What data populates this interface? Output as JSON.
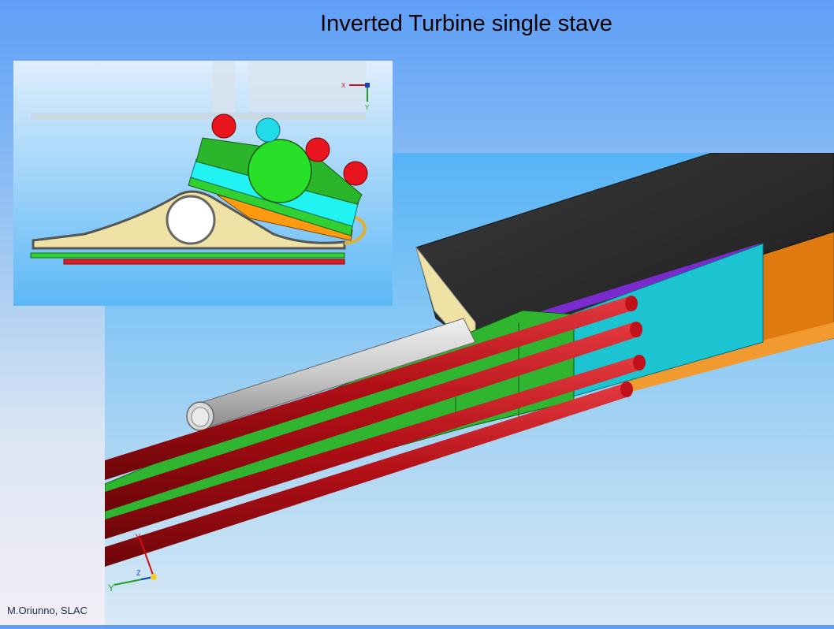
{
  "slide": {
    "title": "Inverted Turbine single stave",
    "author_footer": "M.Oriunno, SLAC"
  },
  "main_view": {
    "description_name": "3d-stave-isometric-view",
    "triad_labels": {
      "x": "X",
      "y": "Y",
      "z": "Z"
    },
    "colors": {
      "tube": "#c8c8c8",
      "red_rods": "#c0101a",
      "green_plate": "#2fb52f",
      "cyan_plate": "#1cc3d0",
      "black_shell": "#2c2c2c",
      "orange_layer": "#e07a10",
      "purple_strip": "#7a2bd0",
      "cream_face": "#eee3a4"
    }
  },
  "inset_view": {
    "triad_labels": {
      "x": "X",
      "y": "Y"
    },
    "colors": {
      "red_circles": "#e8141e",
      "cyan_circle": "#22dbe8",
      "green_circle": "#28e028",
      "green_block": "#2bb52b",
      "cyan_layer": "#21f2f2",
      "orange_layer": "#ff9a10",
      "cream_body": "#eee3a4",
      "tube_white": "#ffffff",
      "bottom_green": "#30d030",
      "bottom_red": "#e01a20"
    }
  }
}
